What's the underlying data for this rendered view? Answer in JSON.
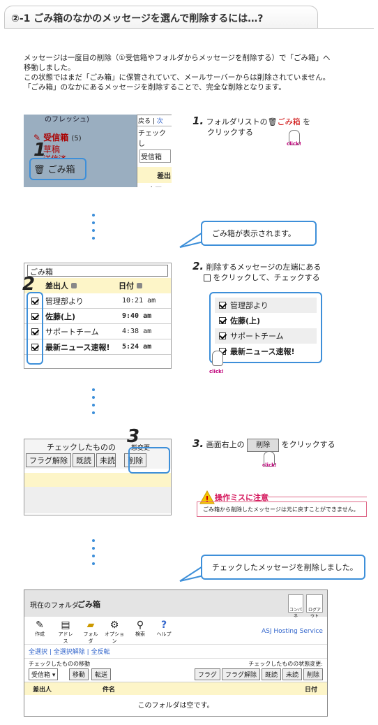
{
  "header": {
    "title": "②-1 ごみ箱のなかのメッセージを選んで削除するには…?"
  },
  "intro": {
    "lines": [
      "メッセージは一度目の削除（①受信箱やフォルダからメッセージを削除する）で「ごみ箱」へ",
      "移動しました。",
      "この状態ではまだ「ごみ箱」に保管されていて、メールサーバーからは削除されていません。",
      "「ごみ箱」のなかにあるメッセージを削除することで、完全な削除となります。"
    ]
  },
  "step1": {
    "panel": {
      "header": "のフレッシュ)",
      "inbox": "受信箱",
      "inbox_count": "(5)",
      "drafts": "草稿",
      "sent": "送信済",
      "trash": "ごみ箱",
      "back": "戻る",
      "next": "次",
      "check": "チェックし",
      "inbox_select": "受信箱",
      "sender": "差出",
      "row": "山田"
    },
    "number": "1",
    "num_label": "1.",
    "text_a": "フォルダリストの",
    "text_trash": "ごみ箱",
    "text_b": "を",
    "text_c": "クリックする",
    "click": "click!"
  },
  "callout1": "ごみ箱が表示されます。",
  "step2": {
    "panel": {
      "folder": "ごみ箱",
      "col_sender": "差出人",
      "col_date": "日付",
      "rows": [
        {
          "from": "管理部より",
          "time": "10:21 am",
          "bold": false
        },
        {
          "from": "佐藤(上)",
          "time": "9:40 am",
          "bold": true
        },
        {
          "from": "サポートチーム",
          "time": "4:38 am",
          "bold": false
        },
        {
          "from": "最新ニュース速報!",
          "time": "5:24 am",
          "bold": true
        }
      ]
    },
    "number": "2",
    "num_label": "2.",
    "text_a": "削除するメッセージの左端にある",
    "text_b": "をクリックして、チェックする",
    "zoom_rows": [
      "管理部より",
      "佐藤(上)",
      "サポートチーム",
      "最新ニュース速報!"
    ],
    "click": "click!"
  },
  "step3": {
    "panel": {
      "title": "チェックしたものの",
      "title_tail": "態変更",
      "b1": "フラグ解除",
      "b2": "既読",
      "b3": "未読",
      "b4": "削除"
    },
    "number": "3",
    "num_label": "3.",
    "text_a": "画面右上の",
    "button": "削除",
    "text_b": "をクリックする",
    "click": "click!"
  },
  "warning": {
    "title": "操作ミスに注意",
    "text": "ごみ箱から削除したメッセージは元に戻すことができません。"
  },
  "callout2": "チェックしたメッセージを削除しました。",
  "final": {
    "folder_label": "現在のフォルダ:",
    "folder_name": "ごみ箱",
    "compose_icon_label": "コンパネ",
    "logout_label": "ログアウト",
    "tools": [
      "作成",
      "アドレス",
      "フォルダ",
      "オプション",
      "検索",
      "ヘルプ"
    ],
    "brand": "ASJ Hosting Service",
    "select_all": "全選択",
    "deselect_all": "全選択解除",
    "invert": "全反転",
    "move_label": "チェックしたものの移動",
    "status_label": "チェックしたものの状態変更:",
    "folder_select": "受信箱",
    "move_btn": "移動",
    "forward_btn": "転送",
    "status_btns": [
      "フラグ",
      "フラグ解除",
      "既読",
      "未読",
      "削除"
    ],
    "col_sender": "差出人",
    "col_subject": "件名",
    "col_date": "日付",
    "empty": "このフォルダは空です。"
  }
}
